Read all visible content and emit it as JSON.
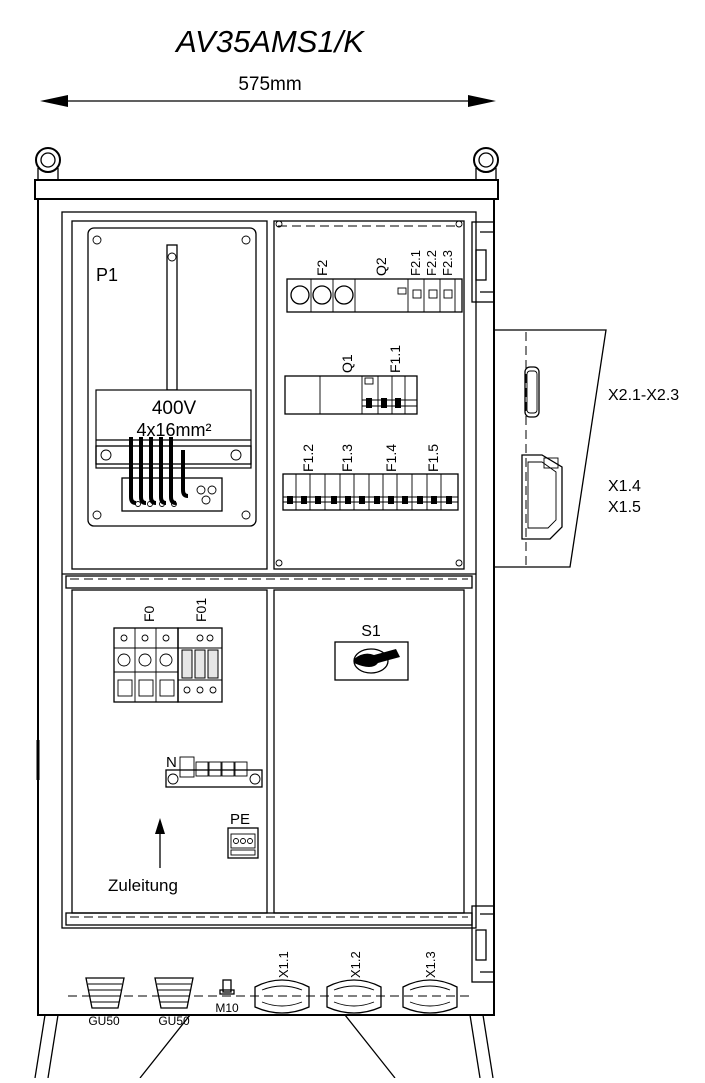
{
  "title": "AV35AMS1/K",
  "dimension": "575mm",
  "meter": {
    "name": "P1",
    "voltage": "400V",
    "cable": "4x16mm²"
  },
  "upper_right_devices": [
    "F2",
    "Q2",
    "F2.1",
    "F2.2",
    "F2.3"
  ],
  "middle_devices": [
    "Q1",
    "F1.1"
  ],
  "breakers_row": [
    "F1.2",
    "F1.3",
    "F1.4",
    "F1.5"
  ],
  "lower_left_devices": [
    "F0",
    "F01"
  ],
  "neutral_label": "N",
  "pe_label": "PE",
  "feed_label": "Zuleitung",
  "switch_label": "S1",
  "sockets_labels": [
    "X2.1-X2.3",
    "X1.4",
    "X1.5"
  ],
  "bottom_sockets": [
    "X1.1",
    "X1.2",
    "X1.3"
  ],
  "glands": [
    "GU50",
    "GU50"
  ],
  "bolt_label": "M10"
}
